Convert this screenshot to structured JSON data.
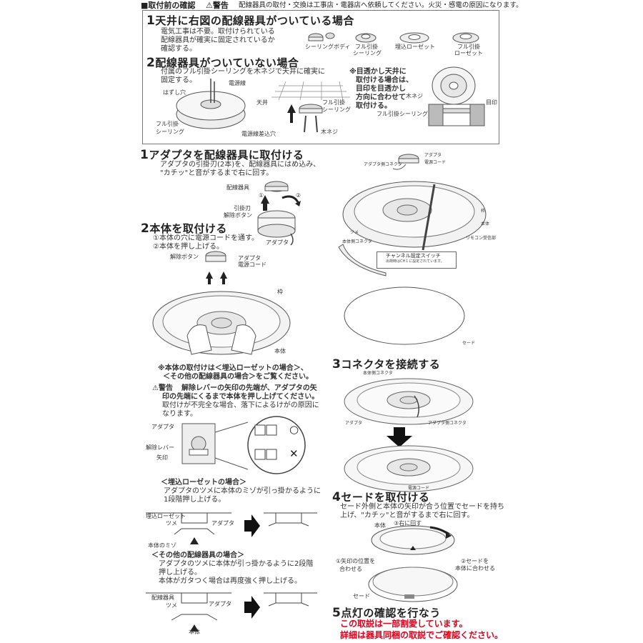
{
  "header": {
    "title": "■取付前の確認",
    "warning_label": "⚠警告",
    "warning_text": "配線器具の取付・交換は工事店・電器店へ依頼してください。火災・感電の原因になります。"
  },
  "pre_check": {
    "case1": {
      "num": "1",
      "title": "天井に右図の配線器具がついている場合",
      "desc": [
        "電気工事は不要。取付けられている",
        "配線器具が確実に固定されているか",
        "確認する。"
      ],
      "fixtures": [
        "シーリングボディ",
        "フル引掛",
        "シーリング",
        "埋込ローゼット",
        "フル引掛",
        "ローゼット"
      ]
    },
    "case2": {
      "num": "2",
      "title": "配線器具がついていない場合",
      "desc": "付属のフル引掛シーリングを木ネジで天井に確実に固定する。",
      "labels": {
        "power_wire": "電源線",
        "hole": "はずし穴",
        "full_ceiling": [
          "フル引掛",
          "シーリング"
        ],
        "power_insert": "電源線差込穴",
        "ceiling": "天井",
        "full_ceiling2": [
          "フル引掛",
          "シーリング"
        ],
        "wood_screw": "木ネジ",
        "wood_screw2": "木ネジ",
        "mark": "目印",
        "full_ceiling3": "フル引掛シーリング"
      },
      "note": [
        "※目透かし天井に",
        "取付ける場合は、",
        "目印を目透かし",
        "方向に合わせて",
        "取付ける。"
      ]
    }
  },
  "steps": {
    "s1": {
      "num": "1",
      "title": "アダプタを配線器具に取付ける",
      "desc": [
        "アダプタの引掛刃(2本)を、配線器具にはめ込み、",
        "\"カチッ\"と音がするまで右に回す。"
      ],
      "labels": {
        "fixture": "配線器具",
        "blade": "引掛刃",
        "release": "解除ボタン",
        "adapter": "アダプタ",
        "c1": "①",
        "c2": "②"
      }
    },
    "s2": {
      "num": "2",
      "title": "本体を取付ける",
      "desc": [
        "①本体の穴に電源コードを通す。",
        "②本体を押し上げる。"
      ],
      "labels": {
        "release": "解除ボタン",
        "adapter": "アダプタ",
        "cord": "電源コード",
        "frame": "枠",
        "body": "本体"
      },
      "notice": [
        "※本体の取付けは＜埋込ローゼットの場合＞、",
        "＜その他の配線器具の場合＞をご覧ください。"
      ],
      "warn_label": "⚠警告",
      "warn": [
        "解除レバーの矢印の先端が、アダプタの矢",
        "印の先端にくるまで本体を押し上げてください。"
      ],
      "warn_sub": [
        "取付けが不完全な場合、落下によるけがの原因に",
        "なります。"
      ],
      "detail_labels": {
        "adapter": "アダプタ",
        "lever": "解除レバー",
        "arrow": "矢印",
        "ok": "○",
        "ng": "✕"
      },
      "rosette": {
        "title": "＜埋込ローゼットの場合＞",
        "desc": [
          "アダプタのツメに本体のミゾが引っ掛かるように",
          "1段階押し上げる。"
        ],
        "labels": {
          "rosette": "埋込ローゼット",
          "claw": "ツメ",
          "adapter": "アダプタ",
          "groove": "本体のミゾ"
        }
      },
      "other": {
        "title": "＜その他の配線器具の場合＞",
        "desc": [
          "アダプタのツメに本体が引っ掛かるように2段階",
          "押し上げる。",
          "本体がガタつく場合は再度強く押し上げる。"
        ],
        "labels": {
          "fixture": "配線器具",
          "claw": "ツメ",
          "adapter": "アダプタ",
          "body": "本体"
        }
      }
    },
    "right_top": {
      "labels": {
        "adapter": "アダプタ",
        "cord": "電源コード",
        "adapter_connector": "アダプタ側コネクタ",
        "frame": "枠",
        "body": "本体",
        "claw": "ツメ",
        "body_connector": "本体側コネクタ",
        "remote": "リモコン受信部",
        "switch": "チャンネル設定スイッチ",
        "switch_note": "出荷時はCH１に設定されています。",
        "shade": "セード"
      }
    },
    "s3": {
      "num": "3",
      "title": "コネクタを接続する",
      "labels": {
        "body_connector": "本体側コネクタ",
        "adapter": "アダプタ",
        "adapter_connector": "アダプタ側コネクタ",
        "cord": "電源コード"
      }
    },
    "s4": {
      "num": "4",
      "title": "セードを取付ける",
      "desc": [
        "セード外側と本体の矢印が合う位置でセードを持ち",
        "上げ、\"カチッ\"と音がするまで右に回す。"
      ],
      "labels": {
        "body": "本体",
        "rotate": "③右に回す",
        "align": [
          "①矢印の位置を",
          "合わせる"
        ],
        "shade_body": [
          "②セードを",
          "本体に合わせる"
        ],
        "shade": "セード"
      }
    },
    "s5": {
      "num": "5",
      "title": "点灯の確認を行なう"
    }
  },
  "footer": {
    "note1": "この取説は一部割愛しています。",
    "note2": "詳細は器具同梱の取説でご確認ください。"
  }
}
